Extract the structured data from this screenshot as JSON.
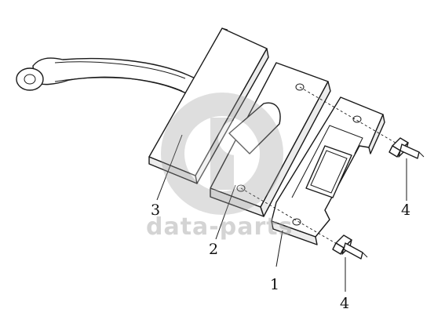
{
  "callouts": {
    "part1": "1",
    "part2": "2",
    "part3": "3",
    "part4_right": "4",
    "part4_bottom": "4"
  },
  "watermark": {
    "text": "data-parts"
  },
  "colors": {
    "line": "#1a1a1a",
    "watermark": "#a0a0a0",
    "background": "#ffffff"
  }
}
